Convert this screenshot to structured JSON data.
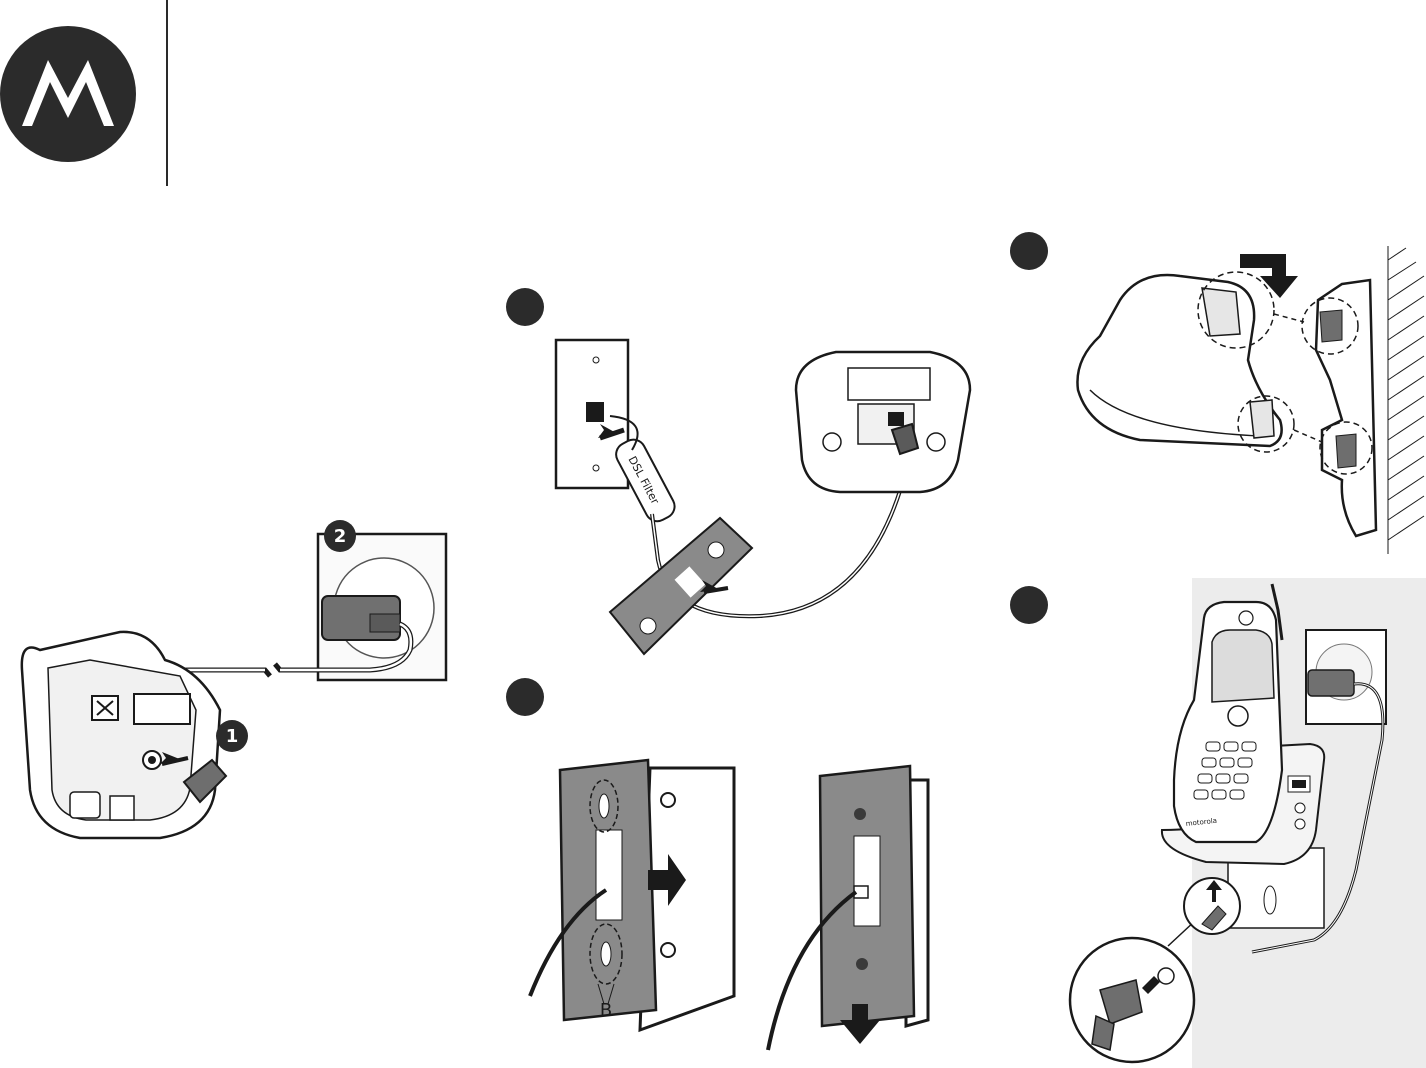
{
  "brand": {
    "logo_icon": "motorola-batwing-logo-icon"
  },
  "steps": {
    "a": {
      "number": "",
      "icon": "step-badge-icon"
    },
    "b": {
      "number": "",
      "icon": "step-badge-icon"
    },
    "c": {
      "number": "",
      "icon": "step-badge-icon"
    },
    "d": {
      "number": "",
      "icon": "step-badge-icon"
    }
  },
  "base_connection": {
    "callout_1": "1",
    "callout_2": "2"
  },
  "wall_jack": {
    "filter_label": "DSL Filter"
  },
  "wall_plate": {
    "label_b": "B"
  },
  "handset": {
    "brand_text": "motorola"
  },
  "colors": {
    "ink": "#2b2b2b",
    "panel_gray": "#ececec",
    "plate_gray": "#8a8a8a",
    "device_light": "#f4f4f4"
  }
}
